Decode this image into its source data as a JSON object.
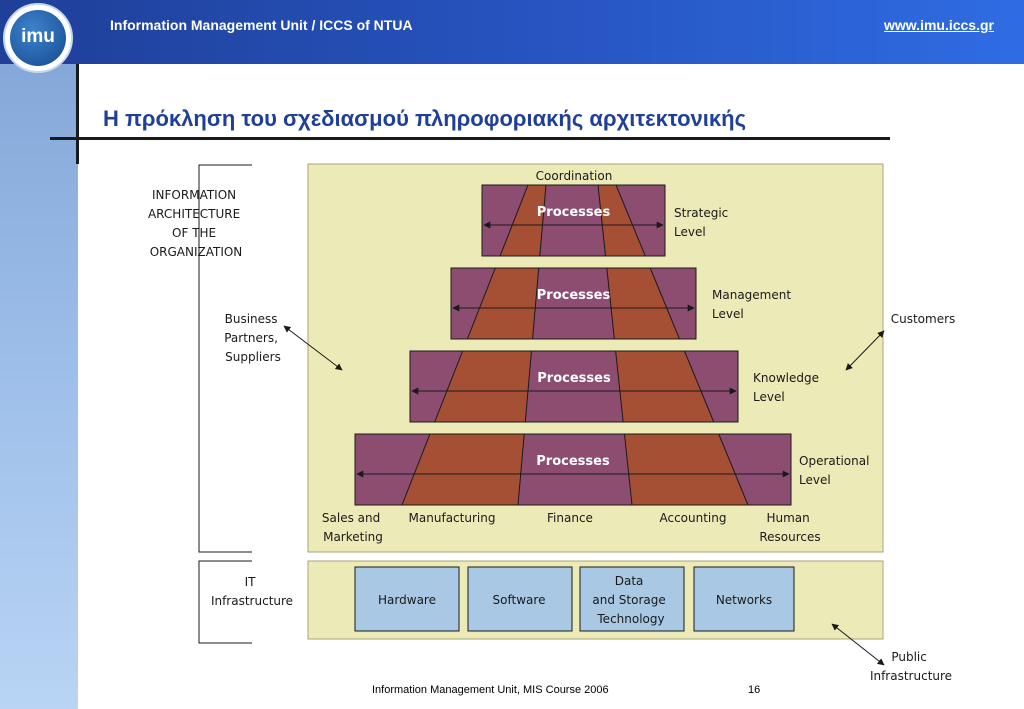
{
  "header": {
    "title": "Information Management Unit / ICCS of NTUA",
    "url": "www.imu.iccs.gr",
    "logo_text": "imu"
  },
  "slide": {
    "title": "Η πρόκληση του σχεδιασμού πληροφοριακής αρχιτεκτονικής"
  },
  "diagram": {
    "architecture_label": [
      "INFORMATION",
      "ARCHITECTURE",
      "OF THE",
      "ORGANIZATION"
    ],
    "coordination": "Coordination",
    "processes_label": "Processes",
    "levels": [
      [
        "Strategic",
        "Level"
      ],
      [
        "Management",
        "Level"
      ],
      [
        "Knowledge",
        "Level"
      ],
      [
        "Operational",
        "Level"
      ]
    ],
    "business_partners": [
      "Business",
      "Partners,",
      "Suppliers"
    ],
    "customers": "Customers",
    "functions": [
      [
        "Sales and",
        "Marketing"
      ],
      [
        "Manufacturing"
      ],
      [
        "Finance"
      ],
      [
        "Accounting"
      ],
      [
        "Human",
        "Resources"
      ]
    ],
    "it_infrastructure": [
      "IT",
      "Infrastructure"
    ],
    "components": [
      [
        "Hardware"
      ],
      [
        "Software"
      ],
      [
        "Data",
        "and Storage",
        "Technology"
      ],
      [
        "Networks"
      ]
    ],
    "public_infrastructure": [
      "Public",
      "Infrastructure"
    ],
    "colors": {
      "panel": "#ecebb8",
      "panel_border": "#a8a47a",
      "level_bg": "#8c4d71",
      "process_fill": "#a54f35",
      "component_fill": "#a9c8e4"
    }
  },
  "footer": {
    "text": "Information Management Unit, MIS Course 2006",
    "page": "16"
  }
}
